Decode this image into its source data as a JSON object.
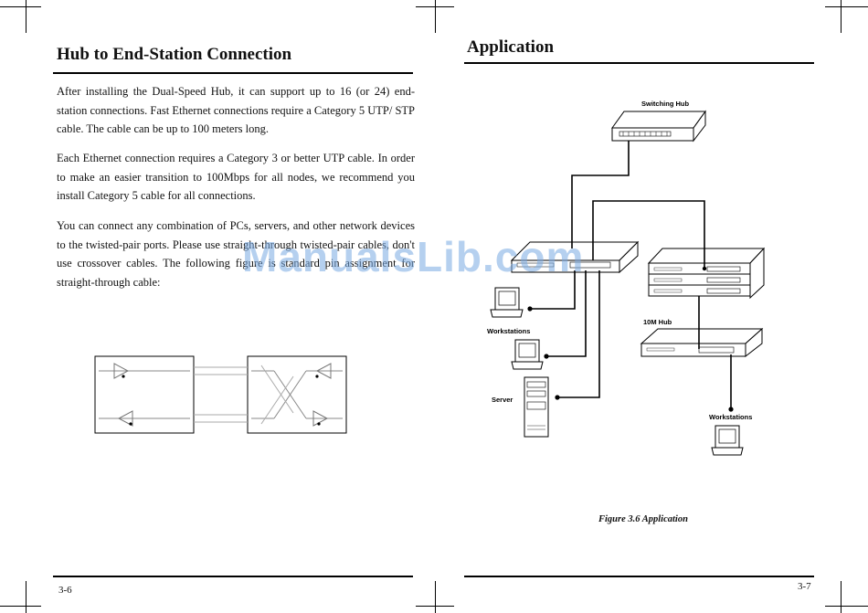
{
  "left_page": {
    "title": "Hub to End-Station Connection",
    "paragraphs": [
      "After installing the Dual-Speed Hub, it can support up to 16 (or 24) end-station connections.  Fast Ethernet connections require a Category 5 UTP/ STP cable.  The cable can be up to 100 meters long.",
      "Each Ethernet connection requires a Category 3 or better UTP cable.  In order to make an easier transition to 100Mbps for all nodes, we recommend you install Category 5 cable for all connections.",
      "You can connect any combination of PCs, servers, and other network devices to the twisted-pair ports.  Please use straight-through twisted-pair cables, don't use crossover cables.  The following figure is standard pin assignment for straight-through cable:"
    ],
    "page_number": "3-6"
  },
  "right_page": {
    "title": "Application",
    "diagram_labels": {
      "switching_hub": "Switching Hub",
      "workstations_left": "Workstations",
      "server": "Server",
      "ten_m_hub": "10M Hub",
      "workstations_right": "Workstations"
    },
    "caption": "Figure 3.6 Application",
    "page_number": "3-7"
  },
  "watermark": "ManualsLib.com"
}
